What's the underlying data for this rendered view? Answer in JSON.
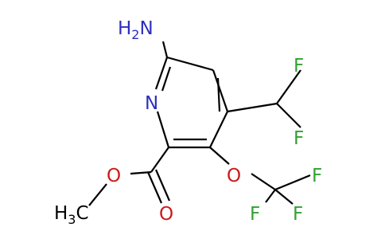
{
  "colors": {
    "bond": "#000000",
    "nitrogen": "#2e2ebf",
    "oxygen": "#cc1a1a",
    "fluorine": "#33a033",
    "carbon": "#000000"
  },
  "atoms": {
    "amine": "H2N",
    "amine_prefix": "H",
    "amine_sub": "2",
    "amine_suffix": "N",
    "ring_n": "N",
    "difluoro_f_top": "F",
    "difluoro_f_bottom": "F",
    "ether_o": "O",
    "trifluoro_f_top": "F",
    "trifluoro_f_left": "F",
    "trifluoro_f_right": "F",
    "ester_o_single": "O",
    "ester_o_double": "O",
    "methyl_prefix": "H",
    "methyl_sub": "3",
    "methyl_suffix": "C"
  }
}
